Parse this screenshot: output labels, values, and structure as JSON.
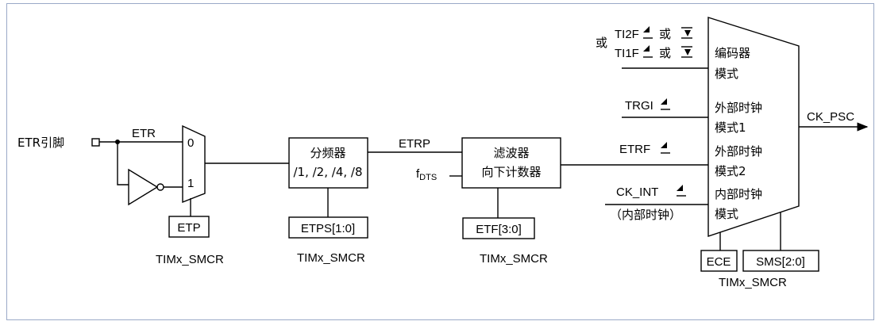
{
  "input": {
    "pin_label": "ETR引脚",
    "etr": "ETR"
  },
  "mux": {
    "in0": "0",
    "in1": "1"
  },
  "etp": {
    "box": "ETP",
    "reg": "TIMx_SMCR"
  },
  "prescaler": {
    "line1": "分频器",
    "line2": "/1, /2, /4, /8",
    "ctrl": "ETPS[1:0]",
    "reg": "TIMx_SMCR"
  },
  "etrp": "ETRP",
  "filter": {
    "line1": "滤波器",
    "line2": "向下计数器",
    "fdts_main": "f",
    "fdts_sub": "DTS",
    "ctrl": "ETF[3:0]",
    "reg": "TIMx_SMCR"
  },
  "trigger_inputs": {
    "or_prefix": "或",
    "ti2f": "TI2F",
    "ti1f": "TI1F",
    "or_word": "或",
    "trgi": "TRGI",
    "etrf": "ETRF",
    "ck_int": "CK_INT",
    "ck_int_note": "（内部时钟）"
  },
  "mode_mux": {
    "modes": [
      {
        "line1": "编码器",
        "line2": "模式"
      },
      {
        "line1": "外部时钟",
        "line2": "模式1"
      },
      {
        "line1": "外部时钟",
        "line2": "模式2"
      },
      {
        "line1": "内部时钟",
        "line2": "模式"
      }
    ],
    "output": "CK_PSC",
    "ctrl_ece": "ECE",
    "ctrl_sms": "SMS[2:0]",
    "reg": "TIMx_SMCR"
  }
}
